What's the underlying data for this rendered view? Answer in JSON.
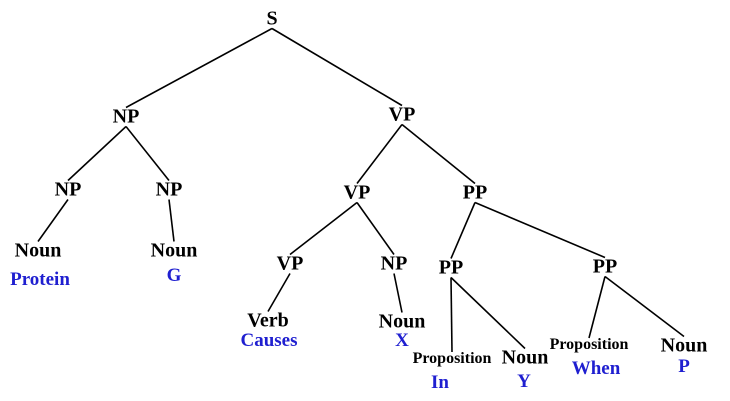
{
  "tree": {
    "nodes": {
      "s": "S",
      "np1": "NP",
      "vp1": "VP",
      "np2": "NP",
      "np3": "NP",
      "noun1": "Noun",
      "noun2": "Noun",
      "vp2": "VP",
      "pp1": "PP",
      "vp3": "VP",
      "np4": "NP",
      "pp2": "PP",
      "pp3": "PP",
      "verb1": "Verb",
      "noun3": "Noun",
      "prop1": "Proposition",
      "noun4": "Noun",
      "prop2": "Proposition",
      "noun5": "Noun"
    },
    "words": {
      "protein": "Protein",
      "g": "G",
      "causes": "Causes",
      "x": "X",
      "in": "In",
      "y": "Y",
      "when": "When",
      "p": "P"
    },
    "edges": [
      [
        "s",
        "np1"
      ],
      [
        "s",
        "vp1"
      ],
      [
        "np1",
        "np2"
      ],
      [
        "np1",
        "np3"
      ],
      [
        "np2",
        "noun1"
      ],
      [
        "np3",
        "noun2"
      ],
      [
        "vp1",
        "vp2"
      ],
      [
        "vp1",
        "pp1"
      ],
      [
        "vp2",
        "vp3"
      ],
      [
        "vp2",
        "np4"
      ],
      [
        "vp3",
        "verb1"
      ],
      [
        "np4",
        "noun3"
      ],
      [
        "pp1",
        "pp2"
      ],
      [
        "pp1",
        "pp3"
      ],
      [
        "pp2",
        "prop1"
      ],
      [
        "pp2",
        "noun4"
      ],
      [
        "pp3",
        "prop2"
      ],
      [
        "pp3",
        "noun5"
      ]
    ],
    "colors": {
      "category": "#000000",
      "word": "#1f1fd0",
      "edge": "#000000"
    }
  }
}
